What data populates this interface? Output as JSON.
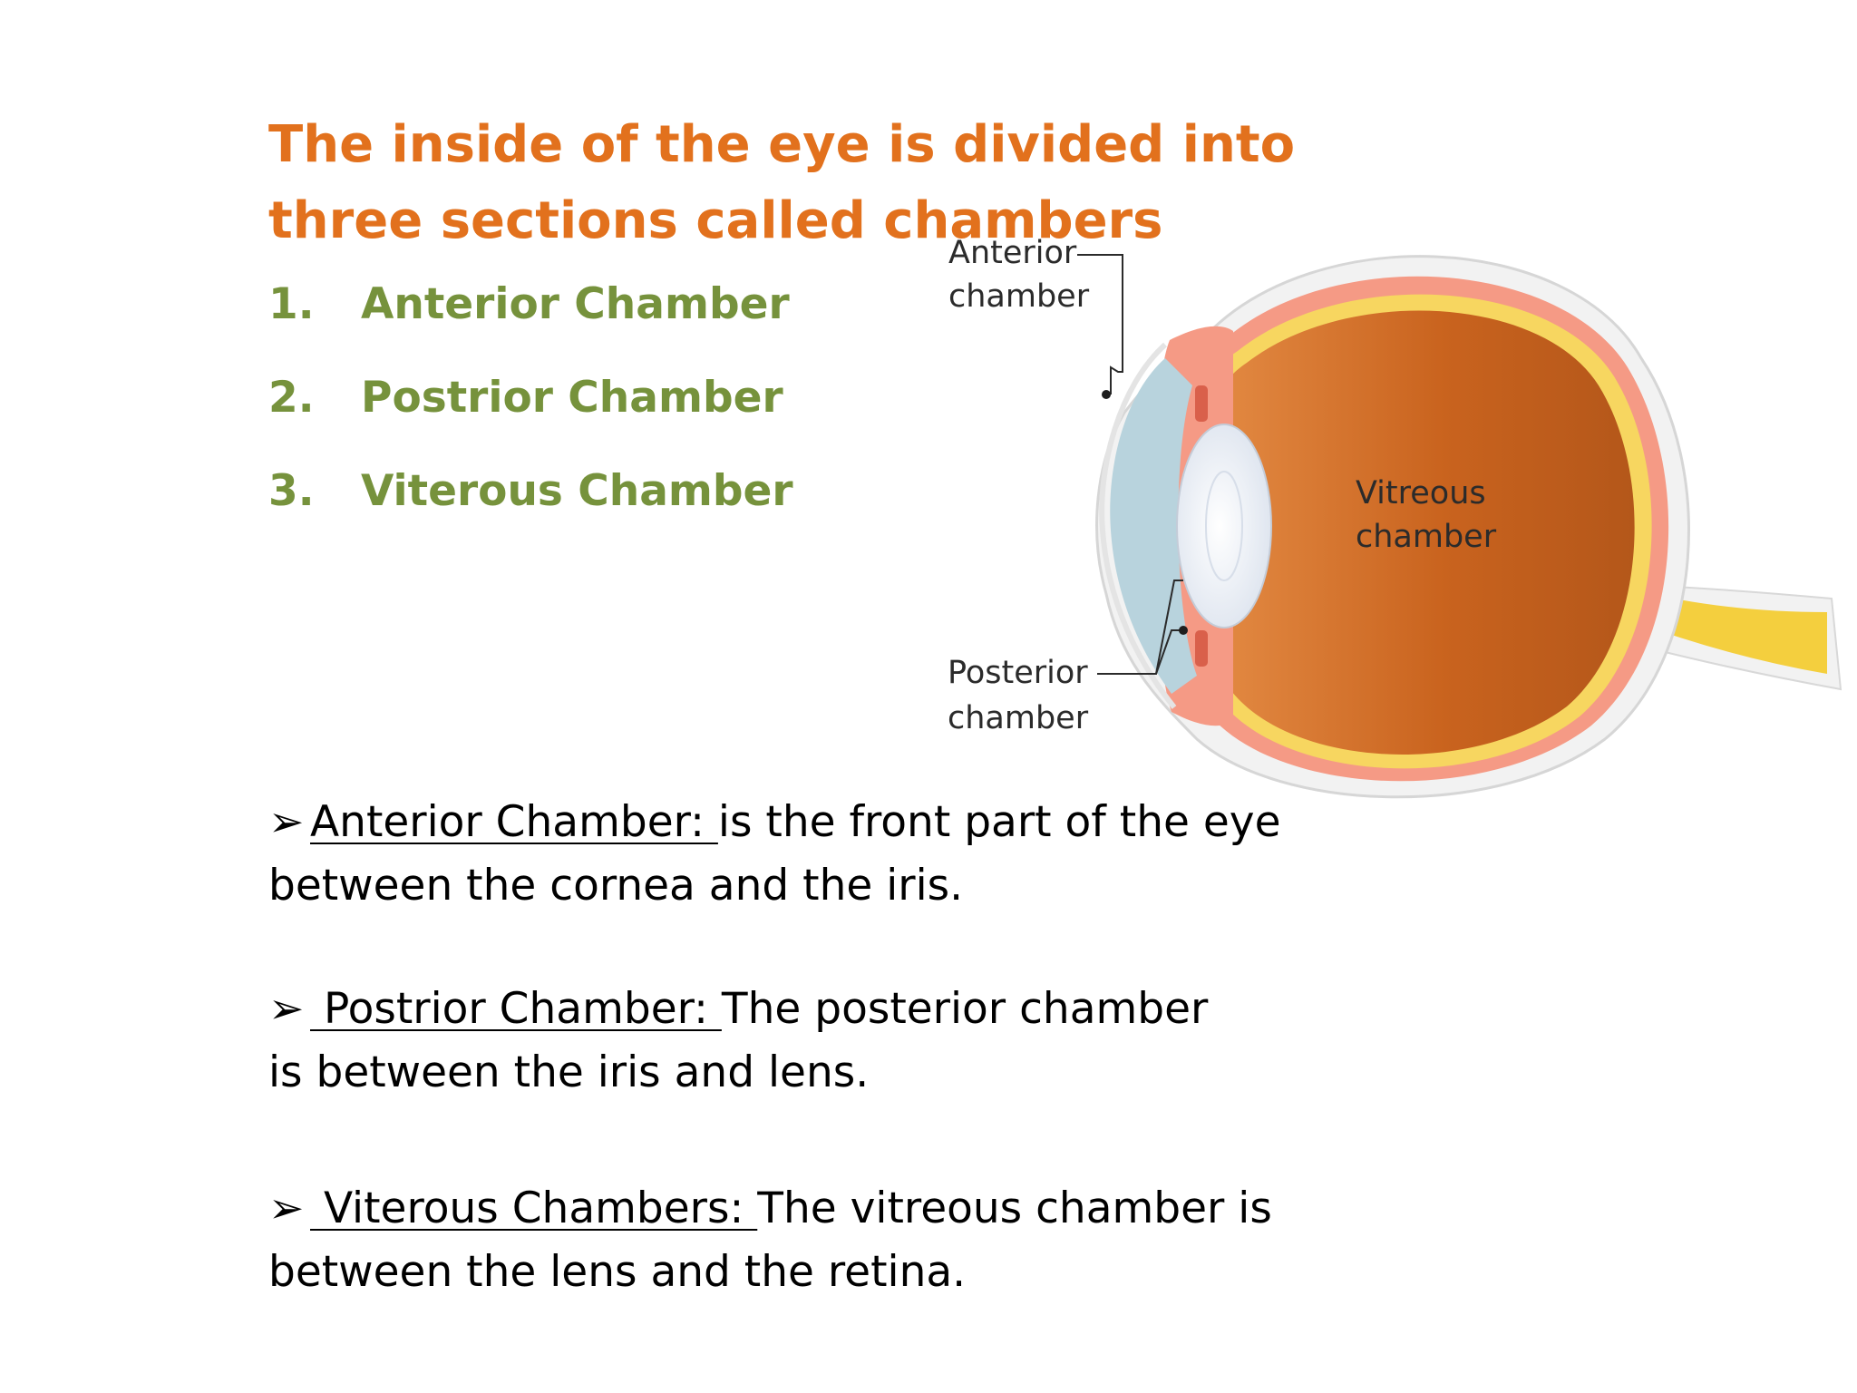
{
  "title": "The inside of the eye is divided into three sections called chambers",
  "chambers_list": [
    {
      "number": "1.",
      "label": "Anterior Chamber"
    },
    {
      "number": "2.",
      "label": "Postrior Chamber"
    },
    {
      "number": "3.",
      "label": "Viterous Chamber"
    }
  ],
  "diagram": {
    "labels": {
      "anterior_line1": "Anterior",
      "anterior_line2": "chamber",
      "posterior_line1": "Posterior",
      "posterior_line2": "chamber",
      "vitreous_line1": "Vitreous",
      "vitreous_line2": "chamber"
    },
    "colors": {
      "sclera": "#F2F2F2",
      "choroid": "#F59A85",
      "retina": "#F7D660",
      "vitreous": "#C9631E",
      "aqueous": "#B8D3DD",
      "lens": "#E9EEF5",
      "optic_nerve": "#F4CF3E"
    }
  },
  "definitions": [
    {
      "bullet": "➢",
      "term": "Anterior Chamber: ",
      "text_line1": "is the front part of the eye",
      "text_line2": "between the cornea and the iris."
    },
    {
      "bullet": "➢",
      "term": " Postrior Chamber: ",
      "text_line1": "The posterior chamber",
      "text_line2": "is between the iris and lens."
    },
    {
      "bullet": "➢",
      "term": " Viterous Chambers:  ",
      "text_line1": "The vitreous chamber is",
      "text_line2": "between the lens and the retina."
    }
  ]
}
